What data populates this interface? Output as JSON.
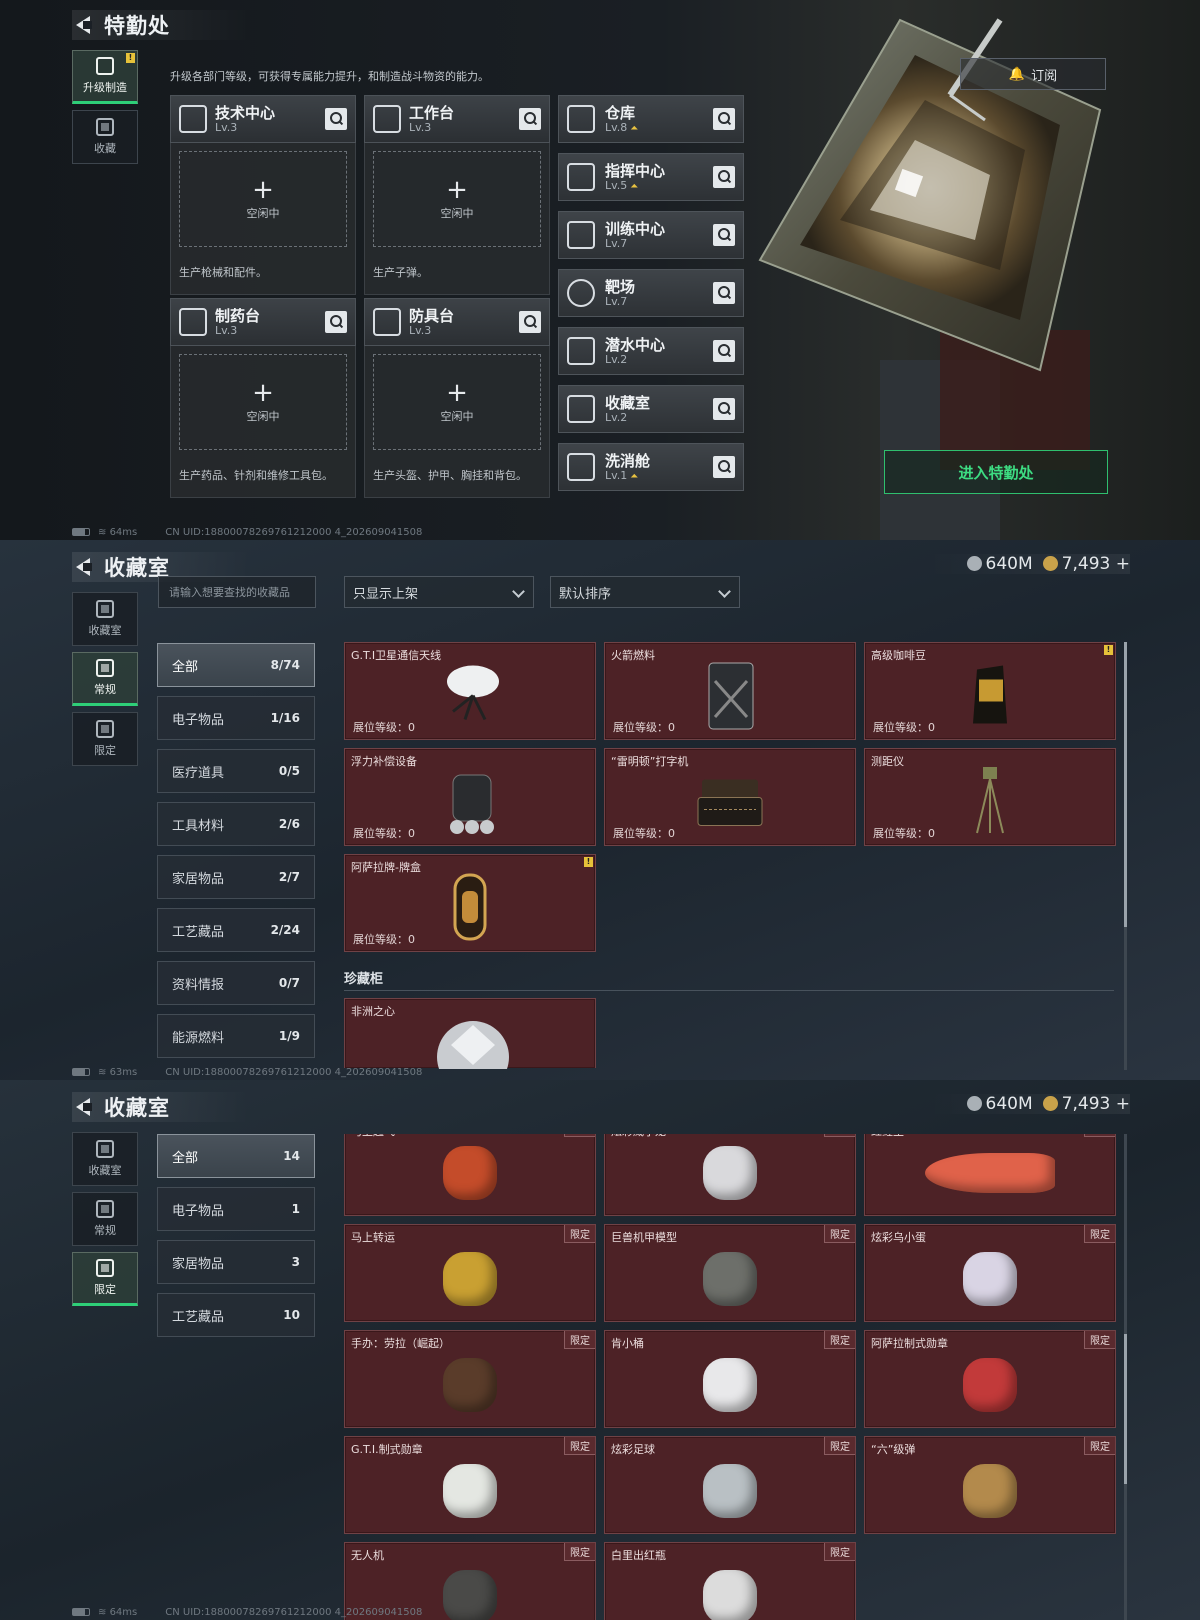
{
  "panel1": {
    "title": "特勤处",
    "nav": [
      {
        "label": "升级制造",
        "badge": "!"
      },
      {
        "label": "收藏"
      }
    ],
    "description": "升级各部门等级，可获得专属能力提升，和制造战斗物资的能力。",
    "subscribe_label": "订阅",
    "enter_label": "进入特勤处",
    "workbenches": [
      {
        "name": "技术中心",
        "level": "Lv.3",
        "idle": "空闲中",
        "produces": "生产枪械和配件。"
      },
      {
        "name": "工作台",
        "level": "Lv.3",
        "idle": "空闲中",
        "produces": "生产子弹。"
      },
      {
        "name": "制药台",
        "level": "Lv.3",
        "idle": "空闲中",
        "produces": "生产药品、针剂和维修工具包。"
      },
      {
        "name": "防具台",
        "level": "Lv.3",
        "idle": "空闲中",
        "produces": "生产头盔、护甲、胸挂和背包。"
      }
    ],
    "facilities": [
      {
        "name": "仓库",
        "level": "Lv.8",
        "upgrade": true
      },
      {
        "name": "指挥中心",
        "level": "Lv.5",
        "upgrade": true
      },
      {
        "name": "训练中心",
        "level": "Lv.7",
        "upgrade": false
      },
      {
        "name": "靶场",
        "level": "Lv.7",
        "upgrade": false
      },
      {
        "name": "潜水中心",
        "level": "Lv.2",
        "upgrade": false
      },
      {
        "name": "收藏室",
        "level": "Lv.2",
        "upgrade": false
      },
      {
        "name": "洗消舱",
        "level": "Lv.1",
        "upgrade": true
      }
    ],
    "status": {
      "ping": "64ms",
      "uid": "CN UID:18800078269761212000 4_202609041508"
    }
  },
  "panel2": {
    "title": "收藏室",
    "currency": {
      "silver": "640M",
      "gold": "7,493"
    },
    "nav": [
      {
        "label": "收藏室"
      },
      {
        "label": "常规"
      },
      {
        "label": "限定"
      }
    ],
    "search_placeholder": "请输入想要查找的收藏品",
    "filter": "只显示上架",
    "sort": "默认排序",
    "categories": [
      {
        "name": "全部",
        "count": "8/74"
      },
      {
        "name": "电子物品",
        "count": "1/16"
      },
      {
        "name": "医疗道具",
        "count": "0/5"
      },
      {
        "name": "工具材料",
        "count": "2/6"
      },
      {
        "name": "家居物品",
        "count": "2/7"
      },
      {
        "name": "工艺藏品",
        "count": "2/24"
      },
      {
        "name": "资料情报",
        "count": "0/7"
      },
      {
        "name": "能源燃料",
        "count": "1/9"
      }
    ],
    "items": [
      {
        "name": "G.T.I卫星通信天线",
        "level": "展位等级：0"
      },
      {
        "name": "火箭燃料",
        "level": "展位等级：0"
      },
      {
        "name": "高级咖啡豆",
        "level": "展位等级：0",
        "badge": "!"
      },
      {
        "name": "浮力补偿设备",
        "level": "展位等级：0"
      },
      {
        "name": "“雷明顿”打字机",
        "level": "展位等级：0"
      },
      {
        "name": "测距仪",
        "level": "展位等级：0"
      },
      {
        "name": "阿萨拉牌-牌盒",
        "level": "展位等级：0",
        "badge": "!"
      }
    ],
    "cabinet_title": "珍藏柜",
    "cabinet_items": [
      {
        "name": "非洲之心"
      }
    ],
    "status": {
      "ping": "63ms",
      "uid": "CN UID:18800078269761212000 4_202609041508"
    }
  },
  "panel3": {
    "title": "收藏室",
    "currency": {
      "silver": "640M",
      "gold": "7,493"
    },
    "nav": [
      {
        "label": "收藏室"
      },
      {
        "label": "常规"
      },
      {
        "label": "限定"
      }
    ],
    "categories": [
      {
        "name": "全部",
        "count": "14"
      },
      {
        "name": "电子物品",
        "count": "1"
      },
      {
        "name": "家居物品",
        "count": "3"
      },
      {
        "name": "工艺藏品",
        "count": "10"
      }
    ],
    "tag": "限定",
    "items": [
      {
        "name": "马上起飞"
      },
      {
        "name": "炫彩威小龙"
      },
      {
        "name": "红鲤王"
      },
      {
        "name": "马上转运"
      },
      {
        "name": "巨兽机甲模型"
      },
      {
        "name": "炫彩乌小蛋"
      },
      {
        "name": "手办：劳拉（崛起）"
      },
      {
        "name": "肯小桶"
      },
      {
        "name": "阿萨拉制式勋章"
      },
      {
        "name": "G.T.I.制式勋章"
      },
      {
        "name": "炫彩足球"
      },
      {
        "name": "“六”级弹"
      },
      {
        "name": "无人机"
      },
      {
        "name": "白里出红瓶"
      }
    ],
    "status": {
      "ping": "64ms",
      "uid": "CN UID:18800078269761212000 4_202609041508"
    }
  },
  "colors": {
    "accent_green": "#2ecf78",
    "card_red": "#4d2226",
    "badge_yellow": "#e6c23a"
  }
}
